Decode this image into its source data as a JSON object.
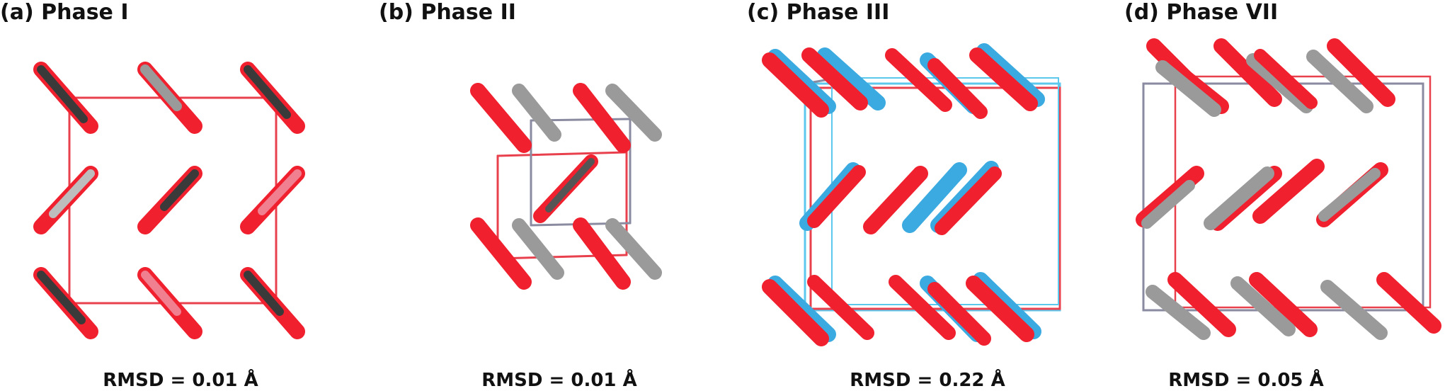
{
  "panels": [
    {
      "id": "a",
      "title": "(a) Phase I",
      "rmsd": "RMSD = 0.01 Å"
    },
    {
      "id": "b",
      "title": "(b) Phase II",
      "rmsd": "RMSD = 0.01 Å"
    },
    {
      "id": "c",
      "title": "(c) Phase III",
      "rmsd": "RMSD = 0.22 Å"
    },
    {
      "id": "d",
      "title": "(d) Phase VII",
      "rmsd": "RMSD = 0.05 Å"
    }
  ],
  "colors": {
    "predicted": "#f0202e",
    "reference_gray": "#8c8c8c",
    "reference_dark": "#3a3a3a",
    "reference_blue": "#3aaae0",
    "cell_edge_red": "#e8404c",
    "cell_edge_gray": "#8a8aa0",
    "cell_edge_blue": "#5cc8ee"
  }
}
